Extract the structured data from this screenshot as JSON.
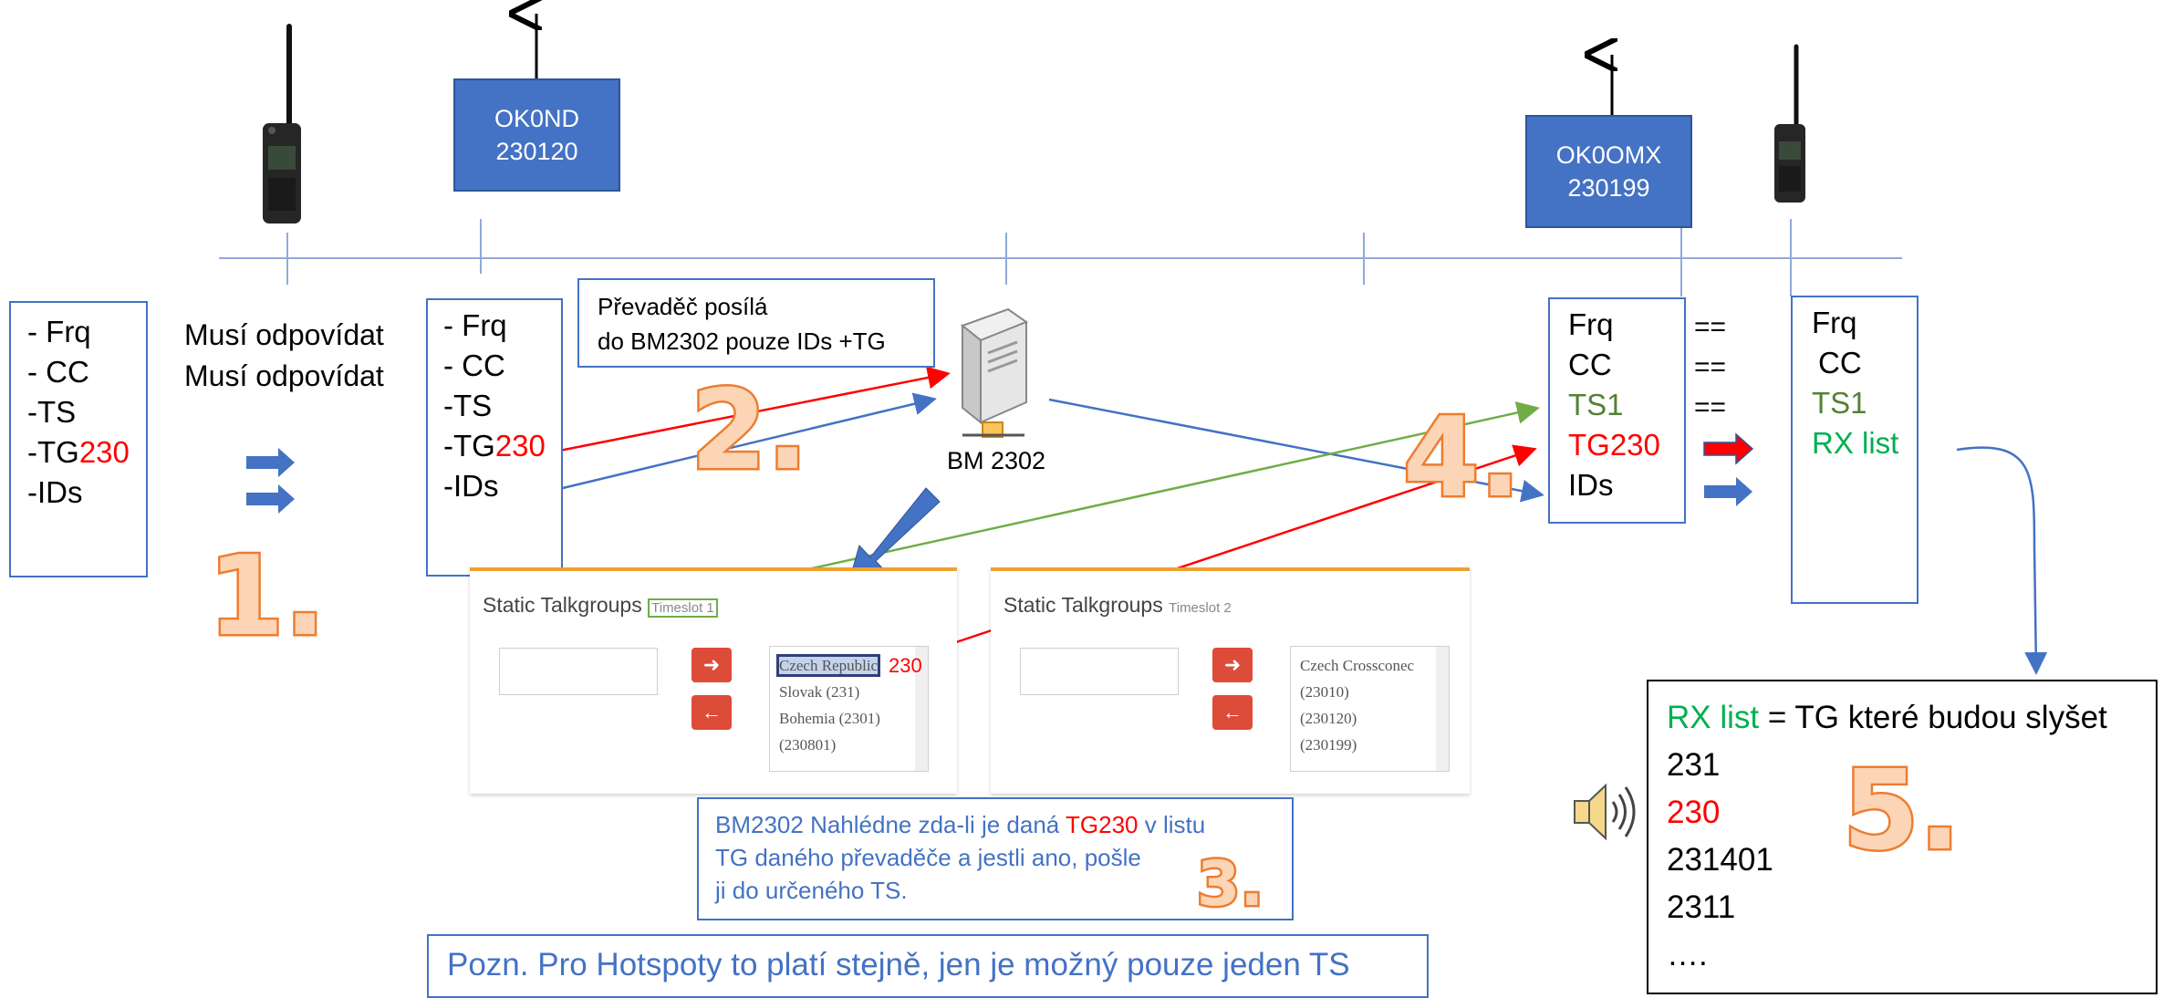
{
  "radio_left": {
    "params": [
      "- Frq",
      "- CC",
      "-TS",
      "-TG",
      "-IDs"
    ],
    "tg_value": "230"
  },
  "must_match": [
    "Musí odpovídat",
    "Musí odpovídat"
  ],
  "repeater1": {
    "call": "OK0ND",
    "id": "230120"
  },
  "repeater1_params": [
    "- Frq",
    "- CC",
    "-TS",
    "-TG",
    "-IDs"
  ],
  "repeater1_tg": "230",
  "note_sends": [
    "Převaděč posílá",
    "do BM2302 pouze IDs +TG"
  ],
  "server_label": "BM 2302",
  "repeater2": {
    "call": "OK0OMX",
    "id": "230199"
  },
  "repeater2_params": {
    "frq": "Frq",
    "cc": "CC",
    "ts": "TS1",
    "tg": "TG230",
    "ids": "IDs"
  },
  "equals": [
    "==",
    "==",
    "=="
  ],
  "radio_right": {
    "frq": "Frq",
    "cc": "CC",
    "ts": "TS1",
    "rx": "RX list"
  },
  "panel1": {
    "title": "Static Talkgroups",
    "sub": "Timeslot 1",
    "items": [
      "Czech Republic (230)",
      "Slovak (231)",
      "Bohemia (2301)",
      "(230801)"
    ],
    "highlight_item": "Czech Republic",
    "highlight_num": "230"
  },
  "panel2": {
    "title": "Static Talkgroups",
    "sub": "Timeslot 2",
    "items": [
      "Czech Crossconec",
      "(23010)",
      "(230120)",
      "(230199)"
    ]
  },
  "note_lookup": {
    "line1_a": "BM2302 Nahlédne zda-li je daná ",
    "line1_tg": "TG230",
    "line1_b": " v listu",
    "line2": "TG daného převaděče a jestli ano, pošle",
    "line3": "ji do určeného TS."
  },
  "rx_list": {
    "title_green": "RX list",
    "title_rest": " = TG které budou slyšet",
    "items": [
      "231",
      "230",
      "231401",
      "2311",
      "…."
    ]
  },
  "note_hotspot": "Pozn. Pro Hotspoty to platí stejně, jen je možný pouze jeden TS",
  "steps": [
    "1.",
    "2.",
    "3.",
    "4.",
    "5."
  ],
  "colors": {
    "accent_blue": "#4472c4",
    "red": "#ff0000",
    "green": "#00b050",
    "orange": "#ed7d31"
  }
}
